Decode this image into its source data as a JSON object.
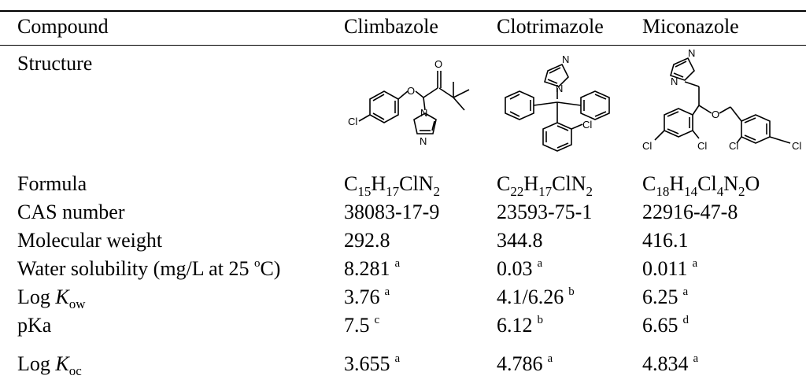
{
  "columns": [
    "Compound",
    "Climbazole",
    "Clotrimazole",
    "Miconazole"
  ],
  "structure_label": "Structure",
  "rows": [
    {
      "label": "Formula",
      "values": [
        "",
        "",
        ""
      ]
    },
    {
      "label": "CAS number",
      "values": [
        "38083-17-9",
        "23593-75-1",
        "22916-47-8"
      ]
    },
    {
      "label": "Molecular weight",
      "values": [
        "292.8",
        "344.8",
        "416.1"
      ]
    },
    {
      "label_pre": "Water solubility (mg/L at 25 ",
      "label_sup": "o",
      "label_post": "C)",
      "values": [
        "8.281",
        "0.03",
        "0.011"
      ],
      "notes": [
        "a",
        "a",
        "a"
      ]
    },
    {
      "label_pre": "Log ",
      "label_k": "K",
      "label_sub": "ow",
      "values": [
        "3.76",
        "4.1/6.26",
        "6.25"
      ],
      "notes": [
        "a",
        "b",
        "a"
      ]
    },
    {
      "label": "pKa",
      "values": [
        "7.5",
        "6.12",
        "6.65"
      ],
      "notes": [
        "c",
        "b",
        "d"
      ]
    },
    {
      "label_pre": "Log ",
      "label_k": "K",
      "label_sub": "oc",
      "values": [
        "3.655",
        "4.786",
        "4.834"
      ],
      "notes": [
        "a",
        "a",
        "a"
      ]
    }
  ],
  "formulas": [
    [
      [
        "C",
        ""
      ],
      [
        "15",
        "sub"
      ],
      [
        "H",
        ""
      ],
      [
        "17",
        "sub"
      ],
      [
        "ClN",
        ""
      ],
      [
        "2",
        "sub"
      ]
    ],
    [
      [
        "C",
        ""
      ],
      [
        "22",
        "sub"
      ],
      [
        "H",
        ""
      ],
      [
        "17",
        "sub"
      ],
      [
        "ClN",
        ""
      ],
      [
        "2",
        "sub"
      ]
    ],
    [
      [
        "C",
        ""
      ],
      [
        "18",
        "sub"
      ],
      [
        "H",
        ""
      ],
      [
        "14",
        "sub"
      ],
      [
        "Cl",
        ""
      ],
      [
        "4",
        "sub"
      ],
      [
        "N",
        ""
      ],
      [
        "2",
        "sub"
      ],
      [
        "O",
        ""
      ]
    ]
  ],
  "structure_atoms": {
    "climbazole": {
      "cl": "Cl",
      "o1": "O",
      "o2": "O",
      "n1": "N",
      "n2": "N"
    },
    "clotrimazole": {
      "n1": "N",
      "n2": "N",
      "cl": "Cl"
    },
    "miconazole": {
      "n1": "N",
      "n2": "N",
      "o": "O",
      "cl1": "Cl",
      "cl2": "Cl",
      "cl3": "Cl",
      "cl4": "Cl"
    }
  }
}
